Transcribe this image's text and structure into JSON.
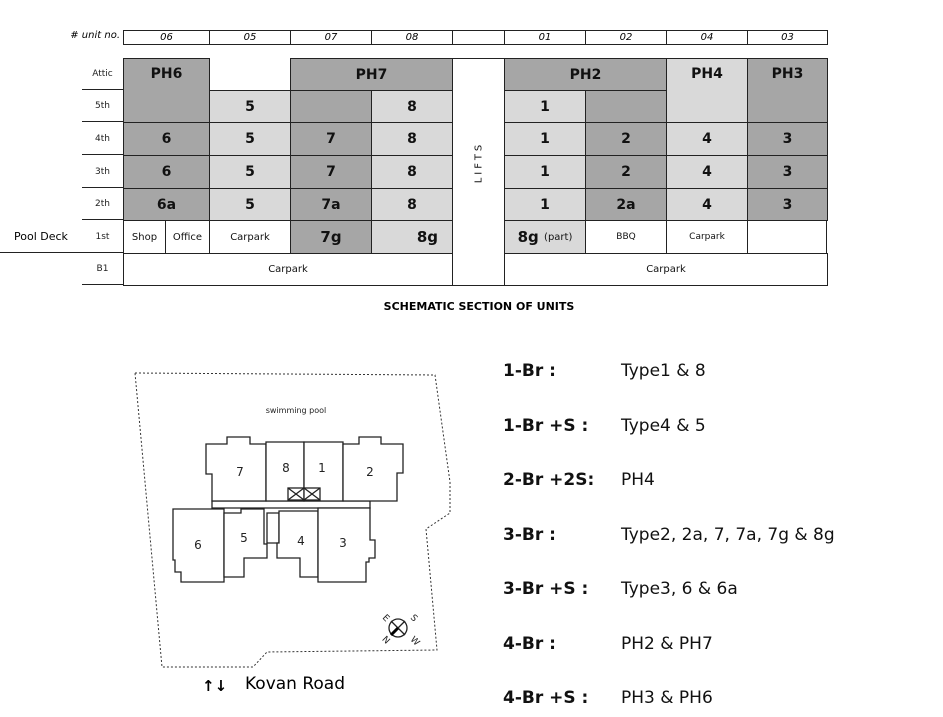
{
  "section": {
    "unit_label": "# unit no.",
    "units": [
      "06",
      "05",
      "07",
      "08",
      "",
      "01",
      "02",
      "04",
      "03"
    ],
    "floors": [
      "Attic",
      "5th",
      "4th",
      "3th",
      "2th",
      "1st",
      "B1"
    ],
    "pool_deck": "Pool Deck",
    "lifts": "LIFTS",
    "cells": {
      "ph6": "PH6",
      "ph7": "PH7",
      "ph2": "PH2",
      "ph4": "PH4",
      "ph3": "PH3",
      "c5_5": "5",
      "c8_5": "8",
      "c1_5": "1",
      "c6_4": "6",
      "c5_4": "5",
      "c7_4": "7",
      "c8_4": "8",
      "c1_4": "1",
      "c2_4": "2",
      "c4_4": "4",
      "c3_4": "3",
      "c6_3": "6",
      "c5_3": "5",
      "c7_3": "7",
      "c8_3": "8",
      "c1_3": "1",
      "c2_3": "2",
      "c4_3": "4",
      "c3_3": "3",
      "c6_2": "6a",
      "c5_2": "5",
      "c7_2": "7a",
      "c8_2": "8",
      "c1_2": "1",
      "c2_2": "2a",
      "c4_2": "4",
      "c3_2": "3",
      "shop": "Shop",
      "office": "Office",
      "carpark1": "Carpark",
      "c7_1": "7g",
      "c8_1": "8g",
      "c1_1": "8g",
      "c1_1_note": "(part)",
      "bbq": "BBQ",
      "carpark2": "Carpark",
      "b1_left": "Carpark",
      "b1_right": "Carpark"
    },
    "title": "SCHEMATIC SECTION OF UNITS"
  },
  "site": {
    "pool": "swimming pool",
    "blocks": [
      "7",
      "8",
      "1",
      "2",
      "6",
      "5",
      "4",
      "3"
    ],
    "compass": [
      "E",
      "S",
      "N",
      "W"
    ],
    "road": "Kovan Road",
    "road_arrows": "↑↓"
  },
  "legend": [
    {
      "k": "1-Br :",
      "v": "Type1 & 8"
    },
    {
      "k": "1-Br +S :",
      "v": "Type4 & 5"
    },
    {
      "k": "2-Br +2S:",
      "v": "PH4"
    },
    {
      "k": "3-Br :",
      "v": "Type2, 2a, 7, 7a, 7g & 8g"
    },
    {
      "k": "3-Br +S :",
      "v": "Type3, 6 & 6a"
    },
    {
      "k": "4-Br :",
      "v": "PH2 & PH7"
    },
    {
      "k": "4-Br +S :",
      "v": "PH3 & PH6"
    }
  ],
  "colors": {
    "dark": "#a6a6a6",
    "light": "#d9d9d9"
  }
}
